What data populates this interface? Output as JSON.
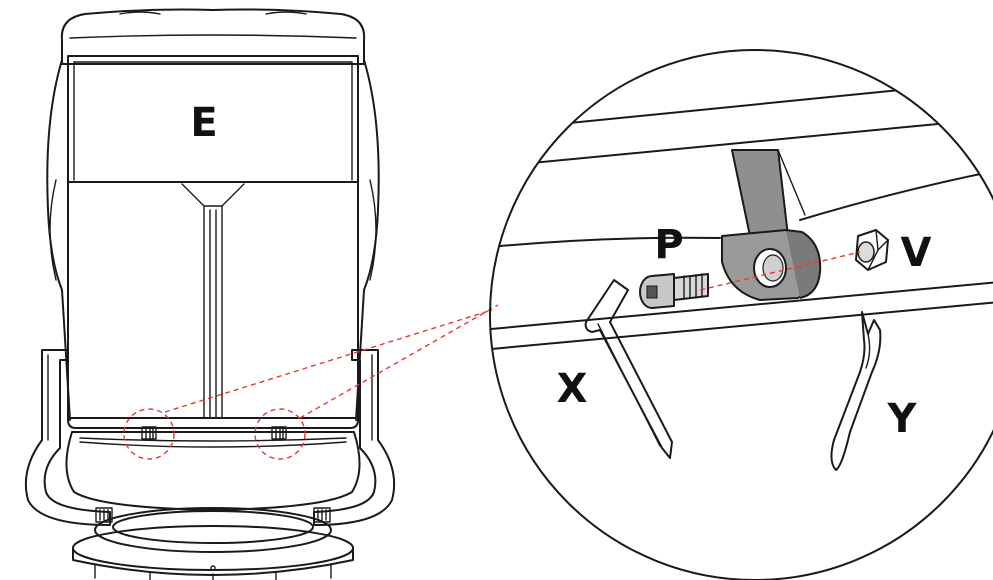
{
  "labels": {
    "backrest": "E",
    "bolt": "P",
    "nut": "V",
    "hex_key": "X",
    "wrench": "Y"
  },
  "colors": {
    "line": "#1a1a1a",
    "callout": "#e53935",
    "bracket_fill": "#8f8f8f",
    "bolt_fill": "#c8c8c8",
    "background": "#ffffff"
  }
}
